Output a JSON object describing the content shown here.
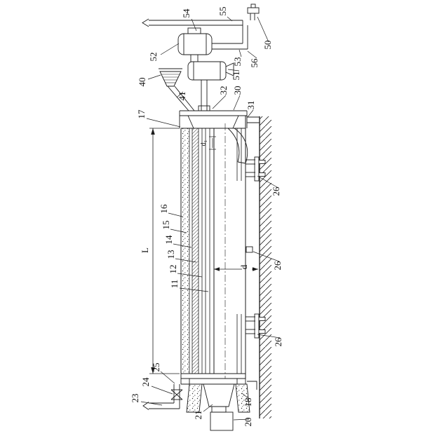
{
  "meta": {
    "title": "Patent-style technical line drawing of a rotary drum apparatus, figure rotated 90 degrees",
    "background": "#ffffff",
    "ink": "#1b1b1b"
  },
  "labels": {
    "n54": "54",
    "n55": "55",
    "n50": "50",
    "n52": "52",
    "n53": "53",
    "n56": "56",
    "n51": "51",
    "n40": "40",
    "n41": "41",
    "n32": "32",
    "n30": "30",
    "n31": "31",
    "n17": "17",
    "n16": "16",
    "n15": "15",
    "n14": "14",
    "n13": "13",
    "n12": "12",
    "n11": "11",
    "n26a": "26",
    "n26b": "26",
    "n26c": "26",
    "n25": "25",
    "n24": "24",
    "n23": "23",
    "n21": "21",
    "n18": "18",
    "n20": "20"
  },
  "dimensions": {
    "length": "L",
    "clearance": "d",
    "head": "d₁"
  }
}
